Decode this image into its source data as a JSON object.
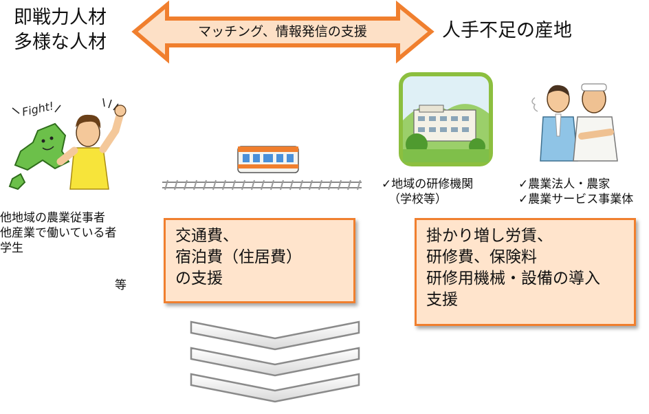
{
  "top": {
    "left_title": [
      "即戦力人材",
      "多様な人材"
    ],
    "arrow_label": "マッチング、情報発信の支援",
    "right_title": "人手不足の産地"
  },
  "left_list": {
    "items": [
      "他地域の農業従事者",
      "他産業で働いている者",
      "学生"
    ],
    "suffix": "等"
  },
  "person_illustration": {
    "speech": "Fight!"
  },
  "middle_box": {
    "lines": [
      "交通費、",
      "宿泊費（住居費）",
      "の支援"
    ]
  },
  "right_box": {
    "lines": [
      "掛かり増し労賃、",
      "研修費、保険料",
      "研修用機械・設備の導入",
      "支援"
    ]
  },
  "school_caption": {
    "line1": "✓地域の研修機関",
    "line2": "（学校等）"
  },
  "farmers_caption": {
    "line1": "✓農業法人・農家",
    "line2": "✓農業サービス事業体"
  },
  "colors": {
    "accent_orange": "#f07f2e",
    "box_fill": "#ffe4cc"
  }
}
